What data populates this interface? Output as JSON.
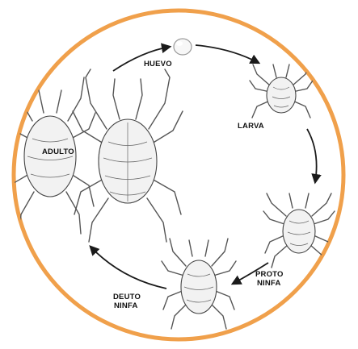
{
  "colors": {
    "ring": "#f0a04b",
    "background": "#ffffff",
    "arrow": "#1a1a1a",
    "text": "#111111"
  },
  "stages": {
    "egg": "HUEVO",
    "larva": "LARVA",
    "protonymph": [
      "PROTO",
      "NINFA"
    ],
    "deutonymph": [
      "DEUTO",
      "NINFA"
    ],
    "adult": "ADULTO"
  },
  "icons": [
    "egg-icon",
    "larva-mite-icon",
    "protonymph-mite-icon",
    "deutonymph-mite-icon",
    "adult-mite-icon"
  ]
}
